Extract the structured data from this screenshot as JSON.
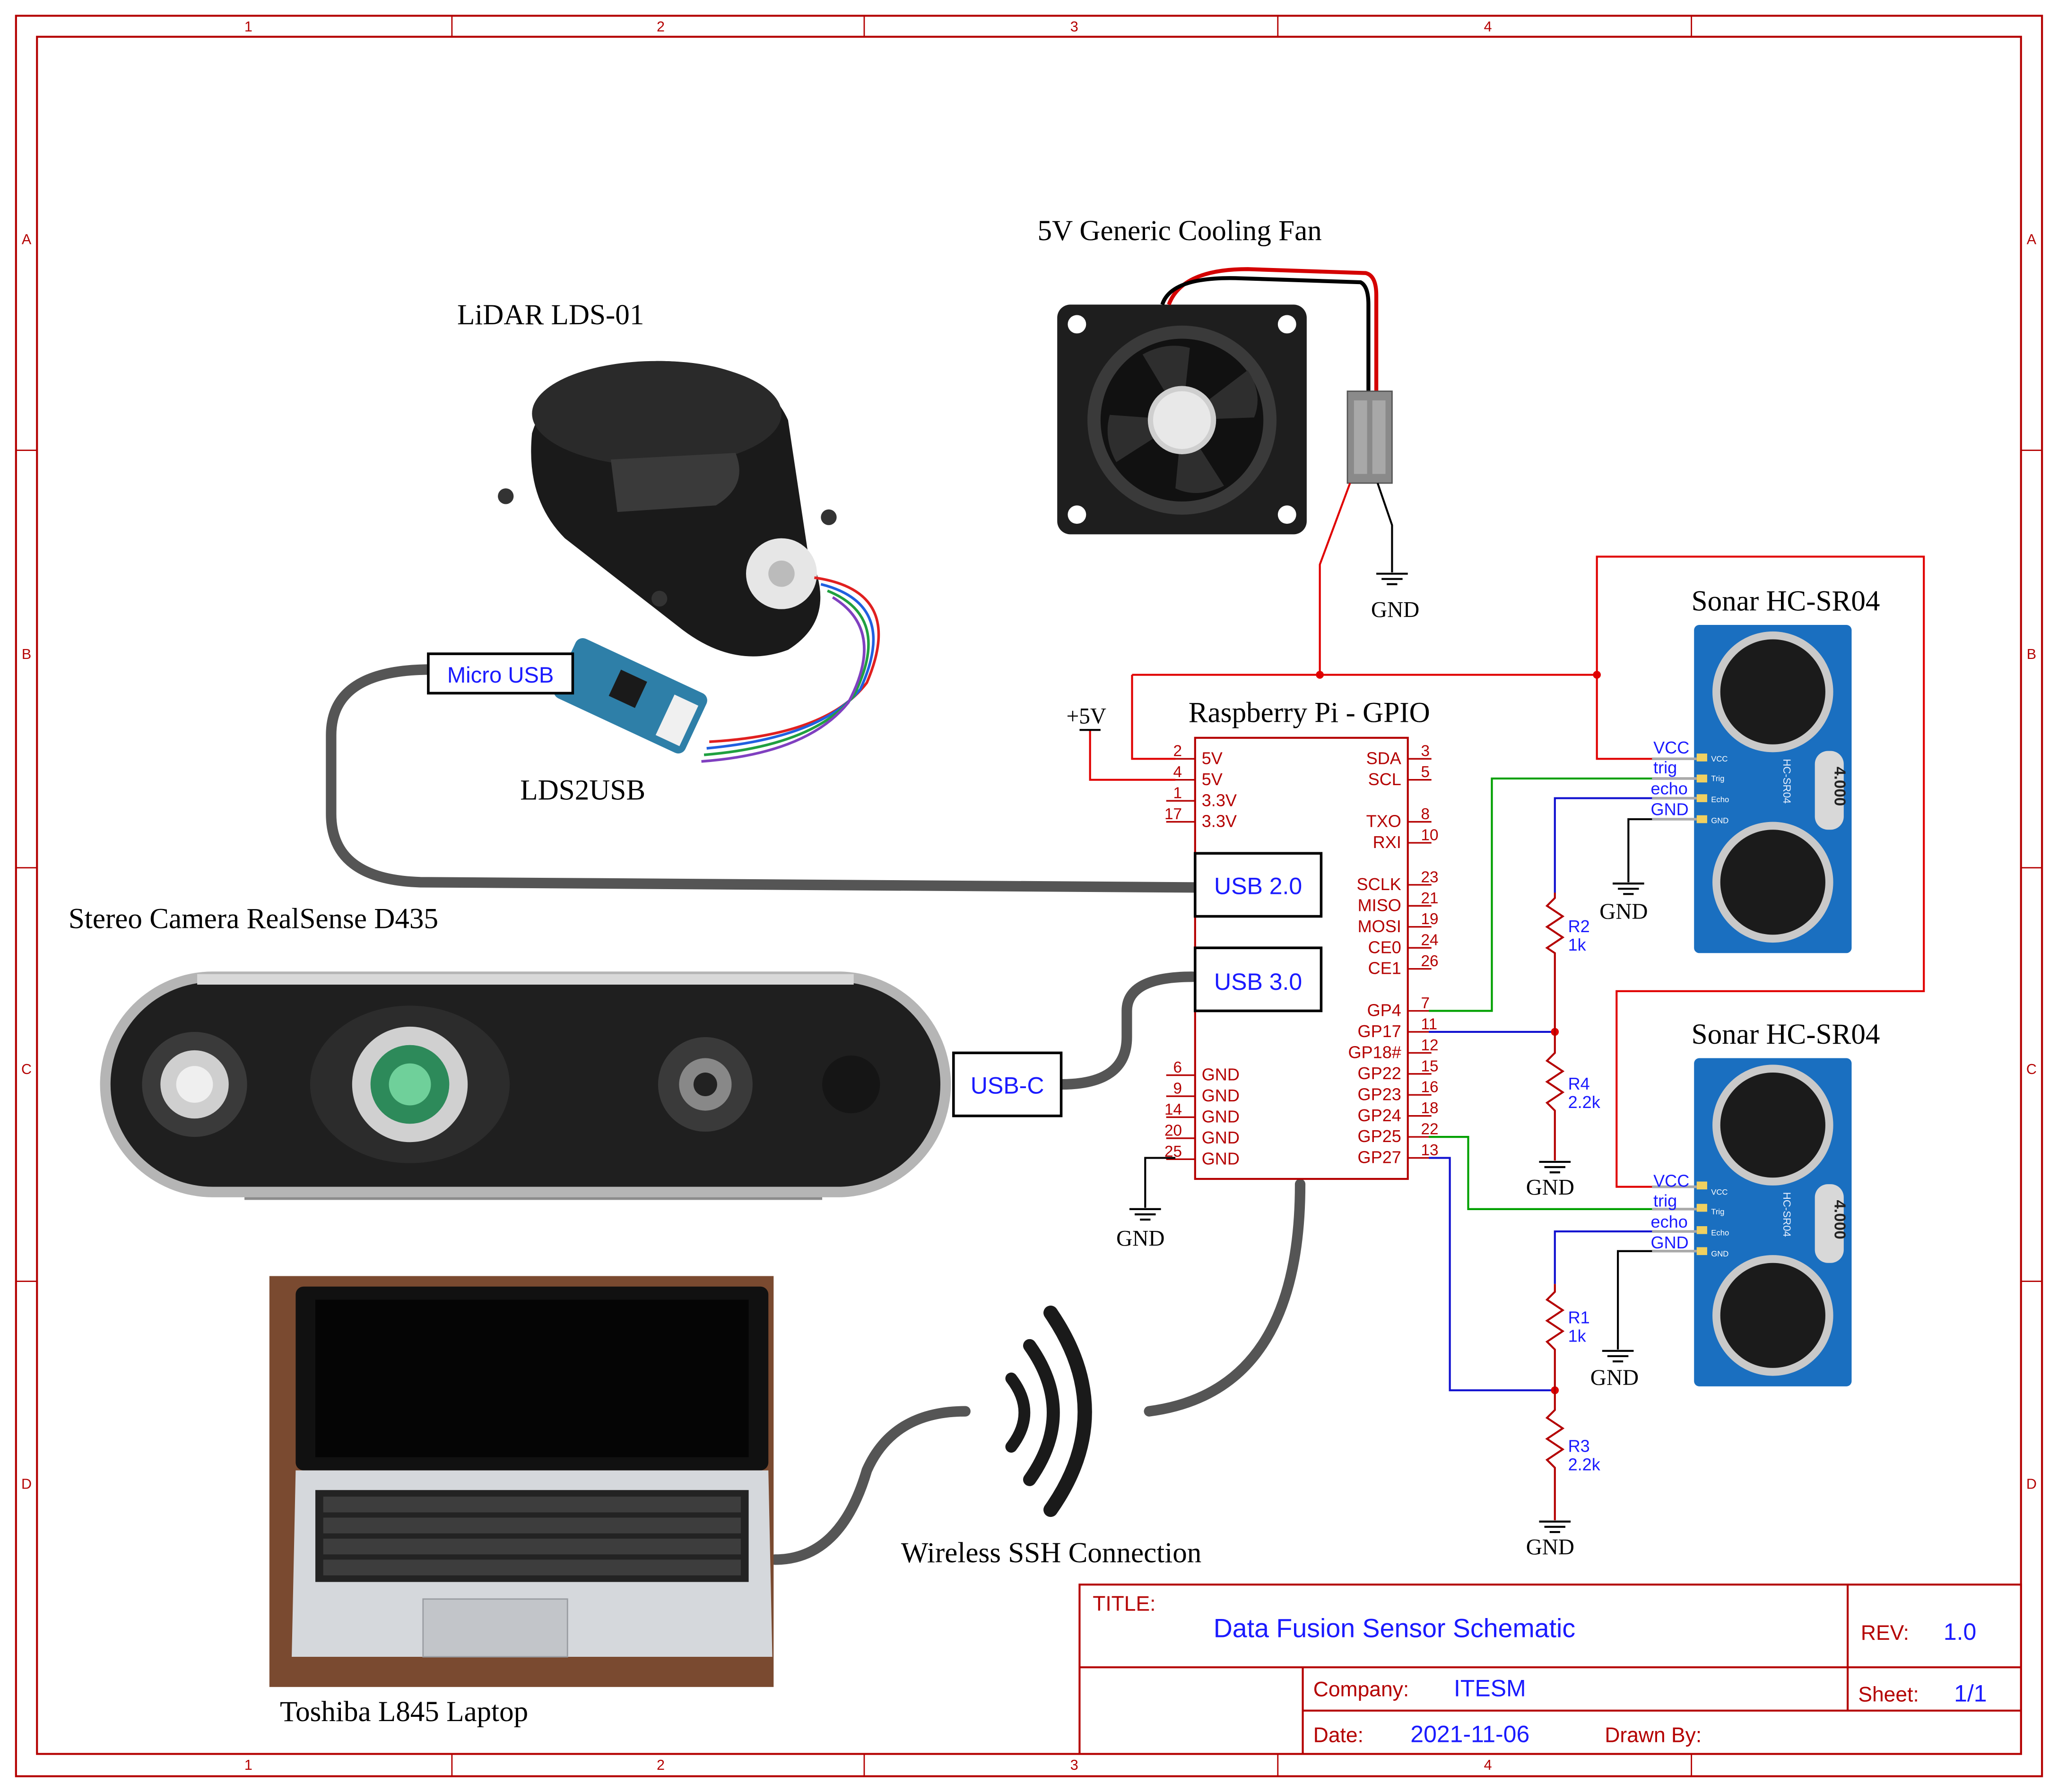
{
  "frame": {
    "columns": [
      "1",
      "2",
      "3",
      "4"
    ],
    "rows": [
      "A",
      "B",
      "C",
      "D"
    ]
  },
  "components": {
    "fan": "5V Generic Cooling Fan",
    "lidar": "LiDAR LDS-01",
    "lds2usb": "LDS2USB",
    "camera": "Stereo Camera RealSense D435",
    "rpi": "Raspberry Pi - GPIO",
    "sonar1": "Sonar HC-SR04",
    "sonar2": "Sonar HC-SR04",
    "laptop": "Toshiba L845 Laptop",
    "wireless": "Wireless SSH Connection"
  },
  "ports": {
    "micro_usb": "Micro USB",
    "usb2": "USB 2.0",
    "usb3": "USB 3.0",
    "usbc": "USB-C"
  },
  "power": {
    "plus5v": "+5V",
    "gnd": "GND"
  },
  "rpi_left_pins": [
    {
      "num": "2",
      "name": "5V"
    },
    {
      "num": "4",
      "name": "5V"
    },
    {
      "num": "1",
      "name": "3.3V"
    },
    {
      "num": "17",
      "name": "3.3V"
    },
    {
      "num": "6",
      "name": "GND"
    },
    {
      "num": "9",
      "name": "GND"
    },
    {
      "num": "14",
      "name": "GND"
    },
    {
      "num": "20",
      "name": "GND"
    },
    {
      "num": "25",
      "name": "GND"
    }
  ],
  "rpi_right_pins": [
    {
      "num": "3",
      "name": "SDA"
    },
    {
      "num": "5",
      "name": "SCL"
    },
    {
      "num": "8",
      "name": "TXO"
    },
    {
      "num": "10",
      "name": "RXI"
    },
    {
      "num": "23",
      "name": "SCLK"
    },
    {
      "num": "21",
      "name": "MISO"
    },
    {
      "num": "19",
      "name": "MOSI"
    },
    {
      "num": "24",
      "name": "CE0"
    },
    {
      "num": "26",
      "name": "CE1"
    },
    {
      "num": "7",
      "name": "GP4"
    },
    {
      "num": "11",
      "name": "GP17"
    },
    {
      "num": "12",
      "name": "GP18#"
    },
    {
      "num": "15",
      "name": "GP22"
    },
    {
      "num": "16",
      "name": "GP23"
    },
    {
      "num": "18",
      "name": "GP24"
    },
    {
      "num": "22",
      "name": "GP25"
    },
    {
      "num": "13",
      "name": "GP27"
    }
  ],
  "sonar_pins": [
    "VCC",
    "trig",
    "echo",
    "GND"
  ],
  "sonar_board_pins": [
    "VCC",
    "Trig",
    "Echo",
    "GND"
  ],
  "sonar_board_text": "HC-SR04",
  "sonar_crystal": "4.000",
  "resistors": [
    {
      "ref": "R2",
      "value": "1k"
    },
    {
      "ref": "R4",
      "value": "2.2k"
    },
    {
      "ref": "R1",
      "value": "1k"
    },
    {
      "ref": "R3",
      "value": "2.2k"
    }
  ],
  "title_block": {
    "title_label": "TITLE:",
    "title": "Data Fusion Sensor Schematic",
    "rev_label": "REV:",
    "rev": "1.0",
    "company_label": "Company:",
    "company": "ITESM",
    "sheet_label": "Sheet:",
    "sheet": "1/1",
    "date_label": "Date:",
    "date": "2021-11-06",
    "drawn_label": "Drawn By:"
  },
  "colors": {
    "frame": "#b40000",
    "power_wire": "#e00000",
    "signal_green": "#00a000",
    "signal_blue": "#1010d0",
    "label_blue": "#1a1aff",
    "cable": "#555555",
    "sonar_board": "#1a6fc0"
  }
}
